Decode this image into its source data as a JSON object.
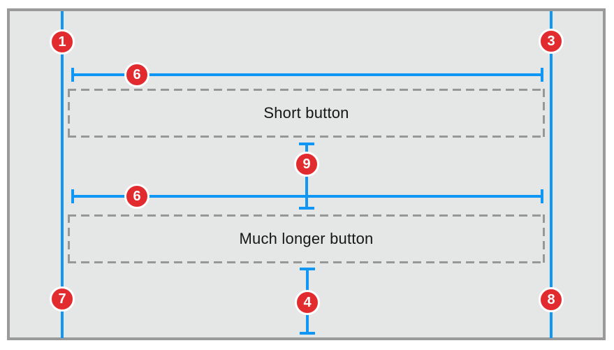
{
  "diagram": {
    "description": "Auto Layout constraint diagram with two buttons pinned to leading and trailing margins"
  },
  "buttons": [
    {
      "label": "Short button"
    },
    {
      "label": "Much longer button"
    }
  ],
  "markers": [
    {
      "number": "1",
      "meaning": "leading-margin-top"
    },
    {
      "number": "3",
      "meaning": "trailing-margin-top"
    },
    {
      "number": "6",
      "meaning": "top-button-leading-to-trailing-space"
    },
    {
      "number": "9",
      "meaning": "vertical-space-between-buttons"
    },
    {
      "number": "6",
      "meaning": "bottom-button-leading-to-trailing-space"
    },
    {
      "number": "7",
      "meaning": "leading-margin-bottom"
    },
    {
      "number": "4",
      "meaning": "bottom-space"
    },
    {
      "number": "8",
      "meaning": "trailing-margin-bottom"
    }
  ],
  "colors": {
    "guide_blue": "#1096f5",
    "badge_red": "#e22b2e",
    "artboard_fill": "#e5e6e6",
    "artboard_border": "#9a9a9a",
    "dashed_gray": "#979797",
    "label_text": "#161616"
  }
}
